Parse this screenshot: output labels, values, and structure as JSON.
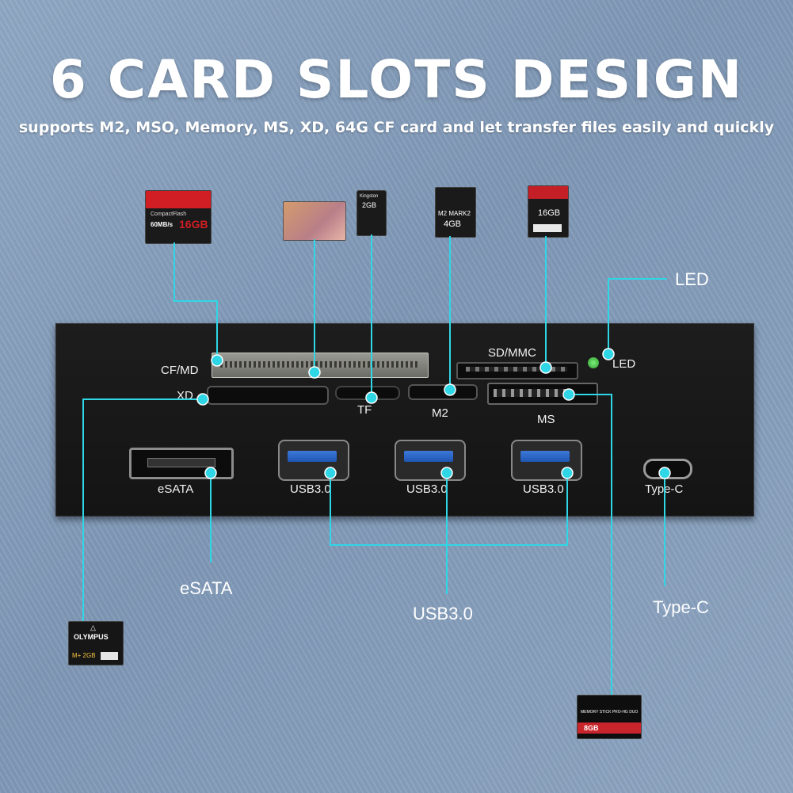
{
  "title": "6 CARD SLOTS DESIGN",
  "subtitle": "supports M2, MSO, Memory, MS, XD, 64G CF card and let transfer files easily and quickly",
  "panel_labels": {
    "cf_md": "CF/MD",
    "xd": "XD",
    "tf": "TF",
    "m2": "M2",
    "sd_mmc": "SD/MMC",
    "ms": "MS",
    "led": "LED",
    "esata": "eSATA",
    "usb1": "USB3.0",
    "usb2": "USB3.0",
    "usb3": "USB3.0",
    "type_c": "Type-C"
  },
  "callouts": {
    "led": "LED",
    "esata": "eSATA",
    "usb": "USB3.0",
    "type_c": "Type-C"
  },
  "cards": {
    "cf_brand": "CompactFlash",
    "cf_speed": "60MB/s",
    "cf_capacity": "16GB",
    "tf_brand": "Kingston",
    "tf_capacity": "2GB",
    "m2_text": "M2 MARK2",
    "m2_capacity": "4GB",
    "sd_capacity": "16GB",
    "xd_brand": "OLYMPUS",
    "xd_model": "M+ 2GB",
    "ms_name": "MEMORY STICK PRO-HG DUO",
    "ms_capacity": "8GB"
  },
  "colors": {
    "connector_line": "#2fd6e6",
    "panel": "#161616",
    "usb_blue": "#2b66c7",
    "led_green": "#3ad14a"
  }
}
